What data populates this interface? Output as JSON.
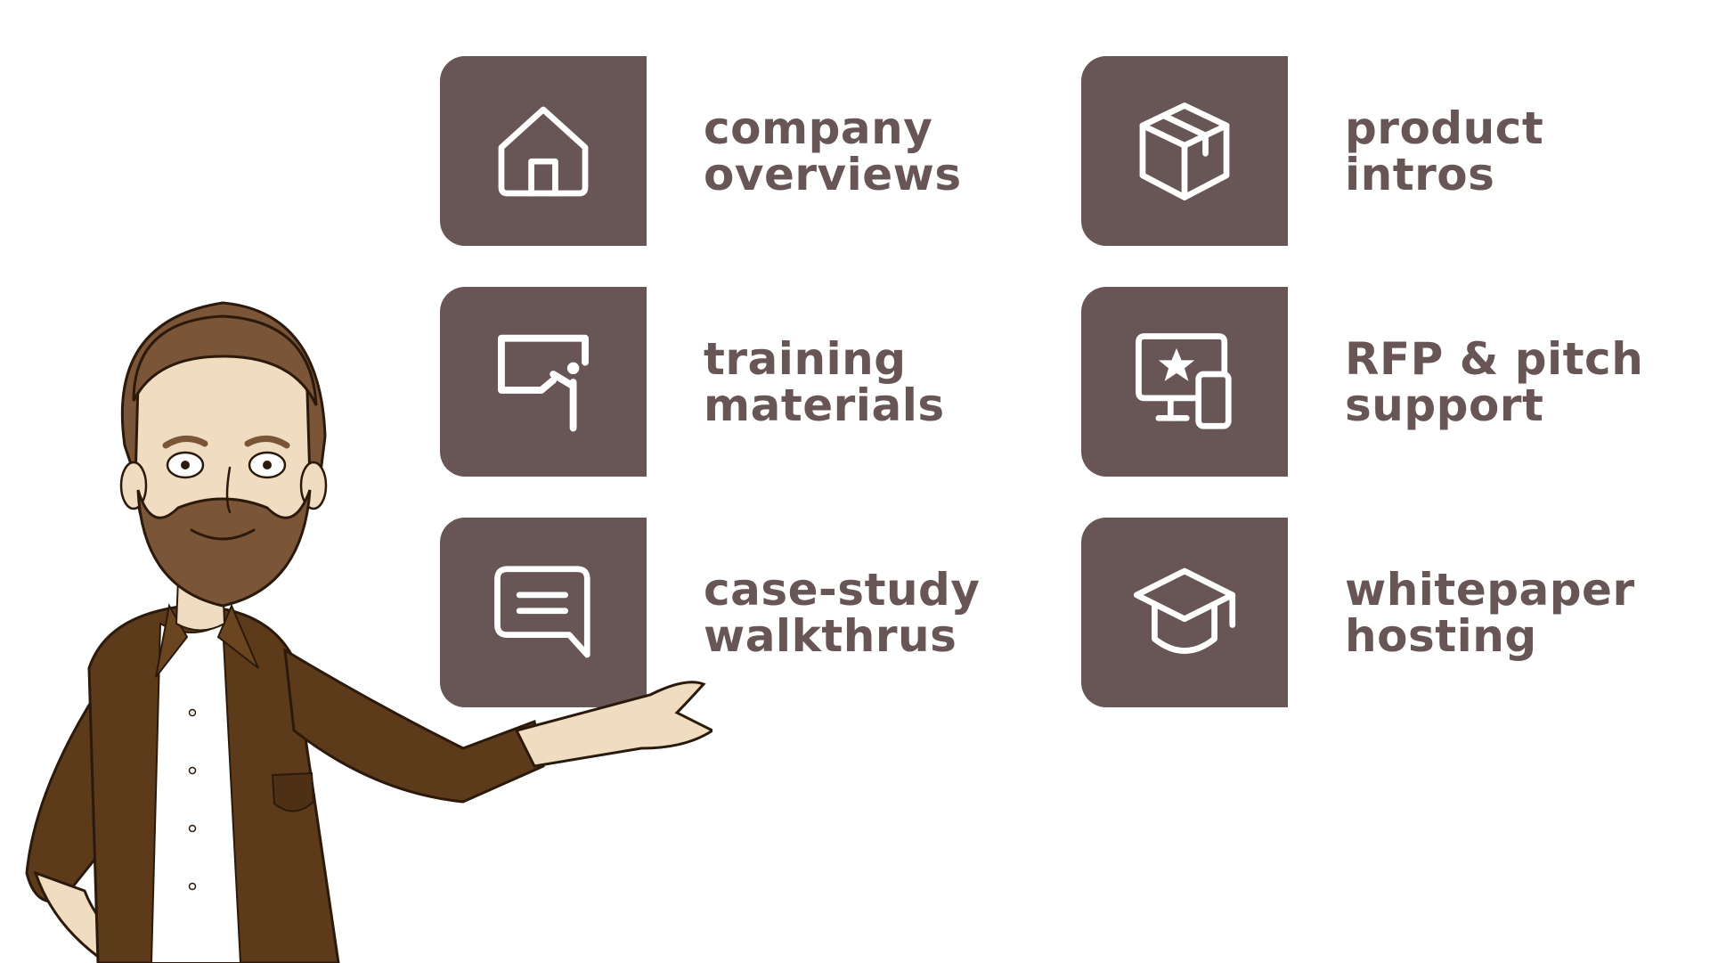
{
  "colors": {
    "tile": "#675655",
    "text": "#675655",
    "icon": "#ffffff",
    "background": "#ffffff"
  },
  "items": [
    {
      "icon": "house-icon",
      "line1": "company",
      "line2": "overviews"
    },
    {
      "icon": "package-box-icon",
      "line1": "product",
      "line2": "intros"
    },
    {
      "icon": "presenter-board-icon",
      "line1": "training",
      "line2": "materials"
    },
    {
      "icon": "monitor-phone-star-icon",
      "line1": "RFP & pitch",
      "line2": "support"
    },
    {
      "icon": "chat-bubble-icon",
      "line1": "case-study",
      "line2": "walkthrus"
    },
    {
      "icon": "graduation-cap-icon",
      "line1": "whitepaper",
      "line2": "hosting"
    }
  ],
  "illustration": "bearded-man-presenting"
}
